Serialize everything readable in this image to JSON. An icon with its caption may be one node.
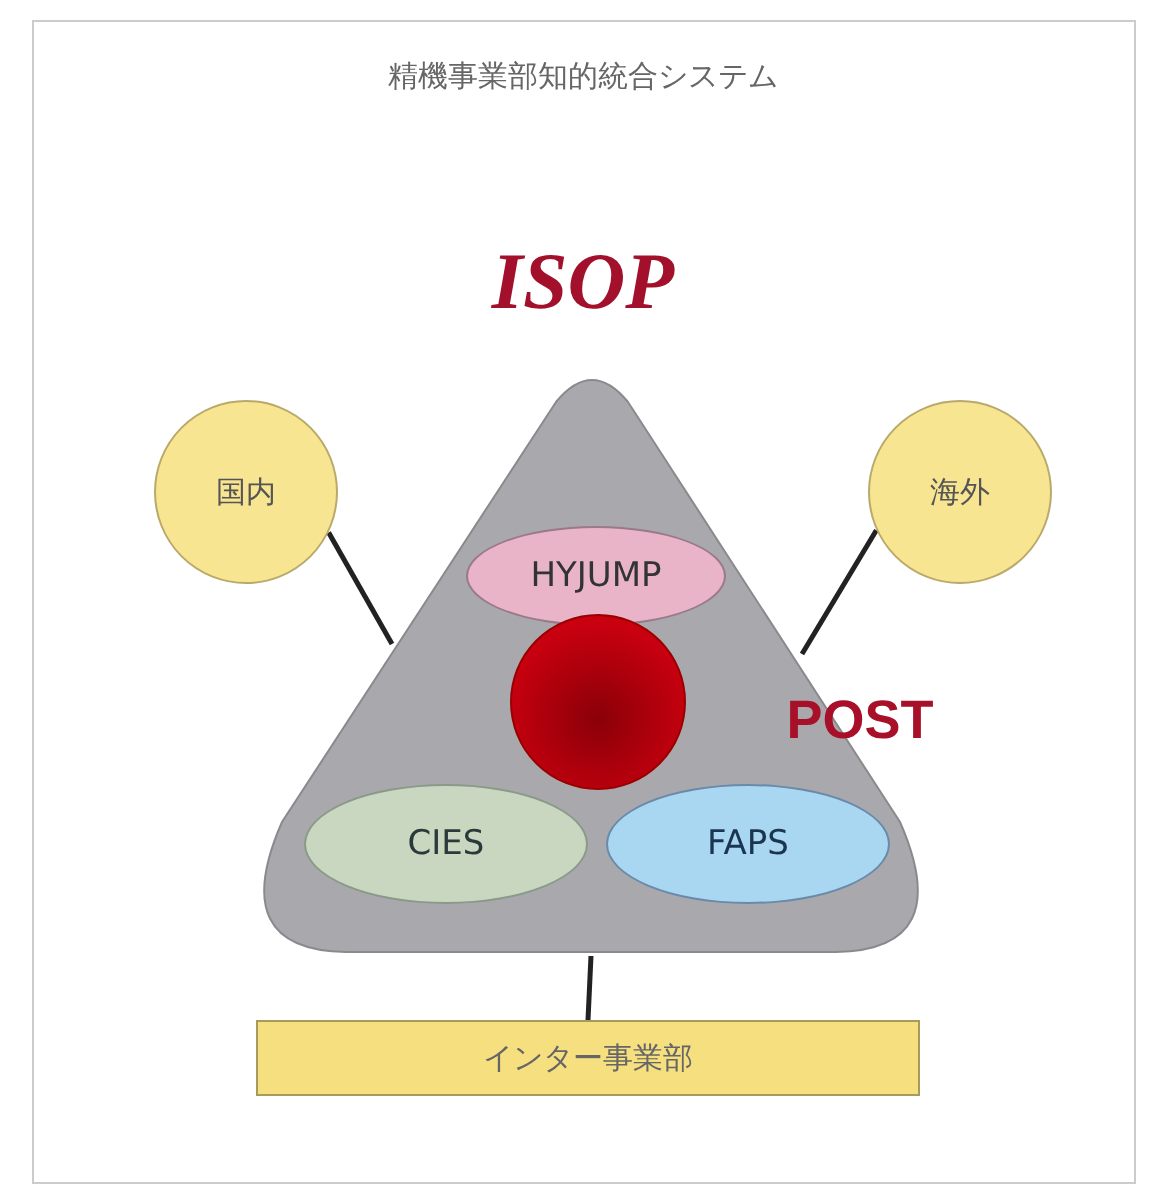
{
  "diagram": {
    "title": "精機事業部知的統合システム",
    "nodes": [
      {
        "text": [
          "国内"
        ]
      },
      {
        "text": [
          "海外"
        ]
      },
      {
        "text": [],
        "shape": "triangle"
      },
      {
        "text": [
          "HYJUMP"
        ],
        "in": 2
      },
      {
        "text": [],
        "shape": "circle",
        "in": 2
      },
      {
        "text": [
          "CIES"
        ],
        "in": 2
      },
      {
        "text": [
          "FAPS"
        ],
        "in": 2
      },
      {
        "text": [
          "インター事業部"
        ]
      }
    ],
    "edges": [
      {
        "from": 0,
        "to": 2,
        "arrow": "none"
      },
      {
        "from": 1,
        "to": 2,
        "arrow": "none"
      },
      {
        "from": 2,
        "to": 7,
        "arrow": "none"
      }
    ],
    "labels": [
      "ISOP",
      "POST"
    ]
  }
}
